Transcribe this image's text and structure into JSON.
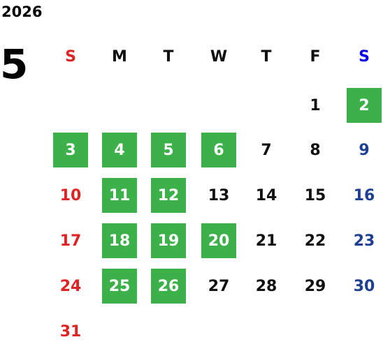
{
  "year": "2026",
  "month": "5",
  "weekdays": [
    "S",
    "M",
    "T",
    "W",
    "T",
    "F",
    "S"
  ],
  "colors": {
    "sunday": "#e02424",
    "saturday_header": "#0000ee",
    "saturday": "#1f3f93",
    "weekday": "#111111",
    "highlight": "#3cb14a"
  },
  "weeks": [
    [
      null,
      null,
      null,
      null,
      null,
      "1",
      "2"
    ],
    [
      "3",
      "4",
      "5",
      "6",
      "7",
      "8",
      "9"
    ],
    [
      "10",
      "11",
      "12",
      "13",
      "14",
      "15",
      "16"
    ],
    [
      "17",
      "18",
      "19",
      "20",
      "21",
      "22",
      "23"
    ],
    [
      "24",
      "25",
      "26",
      "27",
      "28",
      "29",
      "30"
    ],
    [
      "31",
      null,
      null,
      null,
      null,
      null,
      null
    ]
  ],
  "highlighted_days": [
    "2",
    "3",
    "4",
    "5",
    "6",
    "11",
    "12",
    "18",
    "19",
    "20",
    "25",
    "26"
  ]
}
